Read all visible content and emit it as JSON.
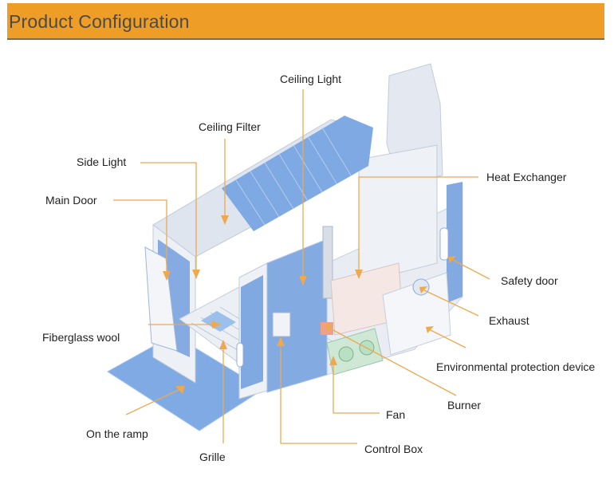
{
  "header": {
    "title": "Product Configuration"
  },
  "colors": {
    "header_bg": "#ee9d26",
    "leader": "#eda94f",
    "panel_blue": "#7ea9e3",
    "light_gray": "#e7ebf2"
  },
  "labels": {
    "ceiling_light": "Ceiling Light",
    "ceiling_filter": "Ceiling Filter",
    "side_light": "Side Light",
    "main_door": "Main Door",
    "heat_exchanger": "Heat Exchanger",
    "safety_door": "Safety door",
    "exhaust": "Exhaust",
    "fiberglass_wool": "Fiberglass wool",
    "environmental_protection_device": "Environmental protection device",
    "burner": "Burner",
    "fan": "Fan",
    "on_the_ramp": "On the ramp",
    "control_box": "Control Box",
    "grille": "Grille"
  }
}
